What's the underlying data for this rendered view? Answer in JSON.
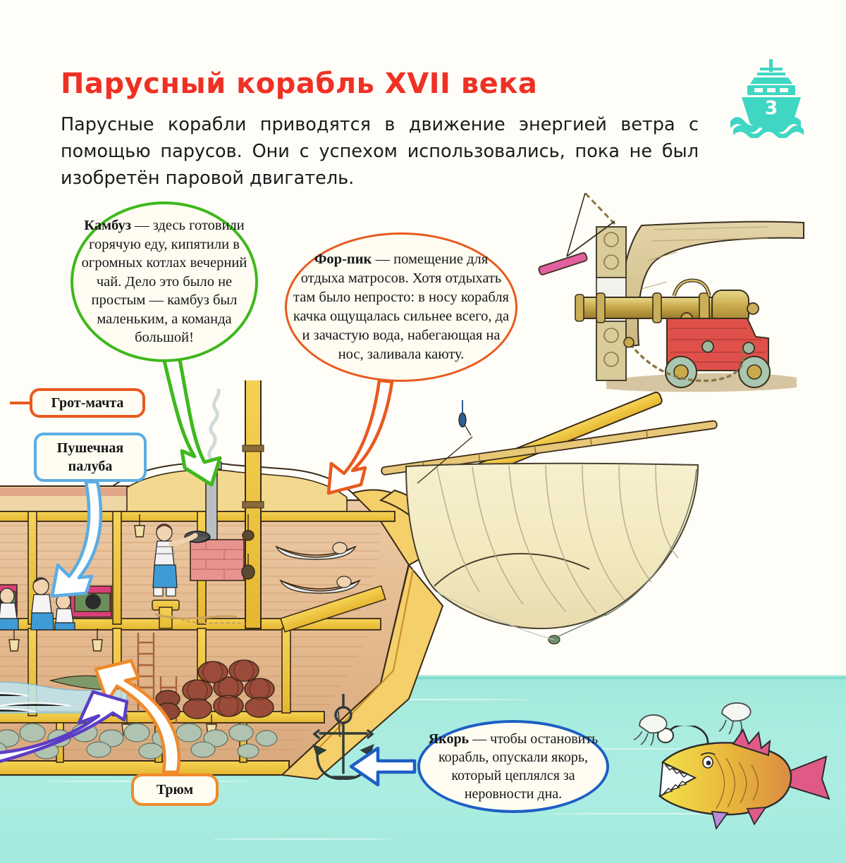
{
  "page": {
    "background_color": "#FEFDF7",
    "language": "ru"
  },
  "header": {
    "title": "Парусный корабль XVII века",
    "title_color": "#EE3124",
    "intro": "Парусные корабли приводятся в движение энергией ветра с помощью парусов. Они с успехом использовались, пока не был изобретён паровой двигатель."
  },
  "page_badge": {
    "icon": "ship-icon",
    "number": "3",
    "color": "#3FD6C4"
  },
  "callouts": [
    {
      "id": "kambuz",
      "term": "Камбуз",
      "dash": " — ",
      "body": "здесь готовили горячую еду, кипятили в огромных котлах вечерний чай. Дело это было не простым — камбуз был маленьким, а команда большой!",
      "border_color": "#3FB81C",
      "arrow_color": "#3FB81C",
      "shape": "ellipse"
    },
    {
      "id": "forpik",
      "term": "Фор-пик",
      "dash": " — ",
      "body": "помещение для отдыха матросов. Хотя отдыхать там было непросто: в носу корабля качка ощущалась сильнее всего, да и зачастую вода, набегающая на нос, заливала каюту.",
      "border_color": "#E8591E",
      "arrow_color": "#E8591E",
      "shape": "ellipse"
    },
    {
      "id": "yakor",
      "term": "Якорь",
      "dash": " — ",
      "body": "чтобы остановить корабль, опускали якорь, который цеплялся за неровности дна.",
      "border_color": "#1D5FC4",
      "arrow_color": "#1D5FC4",
      "shape": "ellipse"
    }
  ],
  "labels": [
    {
      "id": "grot-machta",
      "text": "Грот-мачта",
      "border_color": "#E8591E",
      "connector": "line"
    },
    {
      "id": "pushechnaya-paluba",
      "text": "Пушечная палуба",
      "border_color": "#5BADE4",
      "connector": "arrow"
    },
    {
      "id": "tryum",
      "text": "Трюм",
      "border_color": "#F08A2B",
      "connector": "arrow"
    }
  ],
  "extra_arrows": [
    {
      "id": "ballast-arrow",
      "color": "#5B3DC4"
    }
  ],
  "illustration": {
    "main": "sailing-ship-cutaway",
    "inset": "cannon-gunport-detail",
    "sea_color": "#A8EBDF",
    "hull_color": "#F2C94C",
    "sea_creatures": [
      "anglerfish",
      "jellyfish",
      "jellyfish",
      "jellyfish"
    ]
  }
}
